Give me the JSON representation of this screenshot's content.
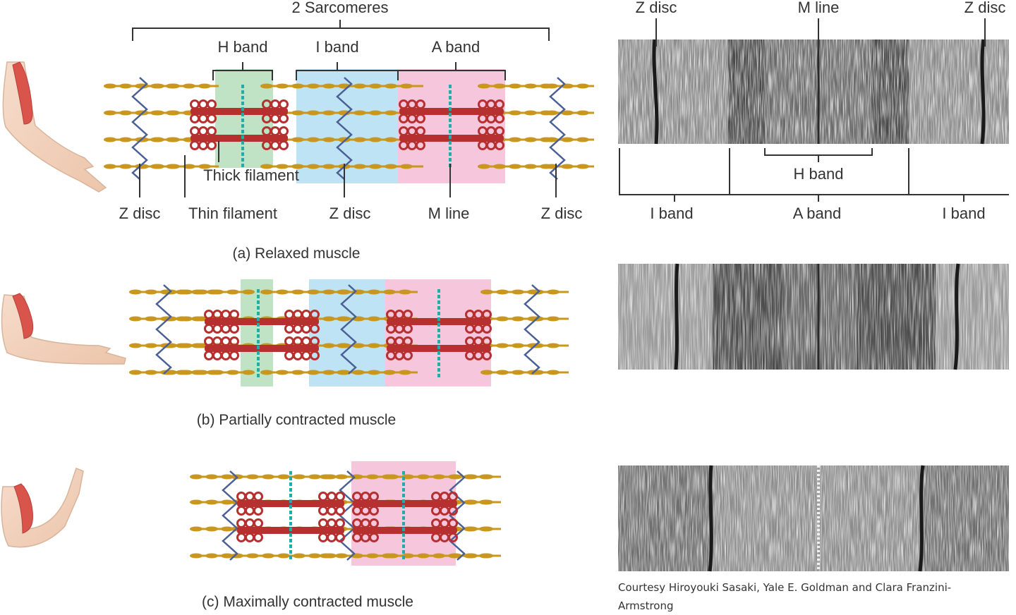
{
  "top_bracket_label": "2 Sarcomeres",
  "relaxed": {
    "labels": {
      "h_band": "H band",
      "i_band": "I band",
      "a_band": "A band",
      "thick_filament": "Thick filament",
      "z_disc_left": "Z disc",
      "thin_filament": "Thin filament",
      "z_disc_mid": "Z disc",
      "m_line": "M line",
      "z_disc_right": "Z disc"
    },
    "caption": "(a) Relaxed muscle"
  },
  "partial": {
    "caption": "(b) Partially contracted muscle"
  },
  "maximal": {
    "caption": "(c) Maximally contracted muscle"
  },
  "micrograph": {
    "top_labels": {
      "z_disc_left": "Z disc",
      "m_line": "M line",
      "z_disc_right": "Z disc"
    },
    "h_band": "H band",
    "i_band_left": "I band",
    "a_band": "A band",
    "i_band_right": "I band",
    "credit": "Courtesy Hiroyouki Sasaki, Yale E. Goldman and Clara Franzini-Armstrong"
  },
  "colors": {
    "thick_filament": "#b5302e",
    "thin_filament": "#c9971e",
    "z_disc": "#4a5f95",
    "m_line": "#2aa7a7",
    "h_band_shade": "#bfe3c4",
    "i_band_shade": "#bde3f5",
    "a_band_shade": "#f6c6dd",
    "arm_skin": "#f2d4c0",
    "muscle": "#d9544a"
  }
}
